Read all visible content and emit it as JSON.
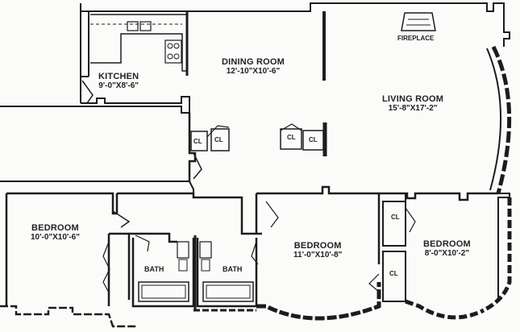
{
  "rooms": {
    "kitchen": {
      "name": "KITCHEN",
      "dims": "9'-0\"X8'-6\""
    },
    "dining": {
      "name": "DINING ROOM",
      "dims": "12'-10\"X10'-6\""
    },
    "living": {
      "name": "LIVING ROOM",
      "dims": "15'-8\"X17'-2\""
    },
    "bedroom1": {
      "name": "BEDROOM",
      "dims": "10'-0\"X10'-6\""
    },
    "bedroom2": {
      "name": "BEDROOM",
      "dims": "11'-0\"X10'-8\""
    },
    "bedroom3": {
      "name": "BEDROOM",
      "dims": "8'-0\"X10'-2\""
    }
  },
  "fixtures": {
    "fireplace": "FIREPLACE",
    "bath1": "BATH",
    "bath2": "BATH",
    "closet_hall_1": "CL",
    "closet_hall_2": "CL",
    "closet_center_1": "CL",
    "closet_center_2": "CL",
    "closet_bed3_top": "CL",
    "closet_bed3_bottom": "CL"
  },
  "colors": {
    "ink": "#1c1c1c",
    "paper": "#fbfbfa"
  }
}
